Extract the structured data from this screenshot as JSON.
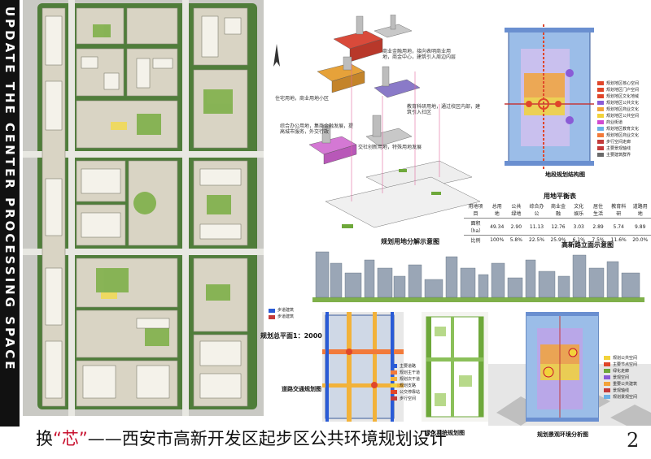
{
  "vertical_title": "UPDATE THE CENTER PROCESSING SPACE",
  "main_title": {
    "prefix": "换",
    "quote_open": "“",
    "highlight": "芯",
    "quote_close": "”",
    "rest": "——西安市高新开发区起步区公共环境规划设计"
  },
  "page_number": "2",
  "masterplan": {
    "caption": "规划总平面1：2000",
    "legend": [
      "步道建筑",
      "步道建筑"
    ]
  },
  "decomposition": {
    "caption": "规划用地分解示意图",
    "notes": [
      "商业金融用地，接向表明商业用地，商金中心，建筑引入周边内层",
      "住宅用地，商业用地小区",
      "教育科研用地，通过校区内部，建筑引入社区",
      "综合办公用地，集商金融发展，提高城市服务，外交行政",
      "交社创新用地，特殊用地发展"
    ]
  },
  "structure_plan": {
    "caption": "地段规划结构图"
  },
  "structure_legend": [
    {
      "label": "规划地区核心空间",
      "color": "#e0462a"
    },
    {
      "label": "规划地区门户空间",
      "color": "#e0462a"
    },
    {
      "label": "规划地区文化地域",
      "color": "#e0462a"
    },
    {
      "label": "规划地区公共文化",
      "color": "#8a5bd6"
    },
    {
      "label": "规划地区商业文化",
      "color": "#f2a33a"
    },
    {
      "label": "规划地区公共空间",
      "color": "#f2d23a"
    },
    {
      "label": "商业街道",
      "color": "#d04ad0"
    },
    {
      "label": "规划地区教育文化",
      "color": "#6ab0e6"
    },
    {
      "label": "规划地区商业文化",
      "color": "#f27a3a"
    },
    {
      "label": "步行空间走廊",
      "color": "#c33a3a"
    },
    {
      "label": "主要景观轴线",
      "color": "#c33a3a"
    },
    {
      "label": "主要建筑群界",
      "color": "#6a6a6a"
    }
  ],
  "land_table": {
    "title": "用地平衡表",
    "headers": [
      "用地项目",
      "总用地",
      "公共绿地",
      "综合办公",
      "商业金融",
      "文化娱乐",
      "居住生活",
      "教育科研",
      "道路用地"
    ],
    "rows": [
      [
        "面积（ha）",
        "49.34",
        "2.90",
        "11.13",
        "12.76",
        "3.03",
        "2.89",
        "5.74",
        "9.89"
      ],
      [
        "比例",
        "100%",
        "5.8%",
        "22.5%",
        "25.9%",
        "6.1%",
        "7.5%",
        "11.6%",
        "20.0%"
      ]
    ]
  },
  "elevation": {
    "caption": "高新路立面示意图"
  },
  "traffic_plan": {
    "caption": "道路交通规划图",
    "legend": [
      "主要道路",
      "规划主干道",
      "规划次干道",
      "规划支路",
      "公交停靠站",
      "步行空间"
    ]
  },
  "green_plan": {
    "caption": "绿化系统规划图"
  },
  "landscape_plan": {
    "caption": "规划景观环境分析图",
    "legend": [
      "规划公共空间",
      "主要节点空间",
      "绿化走廊",
      "景观空间",
      "重要公共建筑",
      "景观轴线",
      "规划景观空间"
    ]
  },
  "colors": {
    "band": "#111111",
    "accent_red": "#c8102e",
    "map_blue": "#9bbde8",
    "green": "#6ea83a"
  }
}
